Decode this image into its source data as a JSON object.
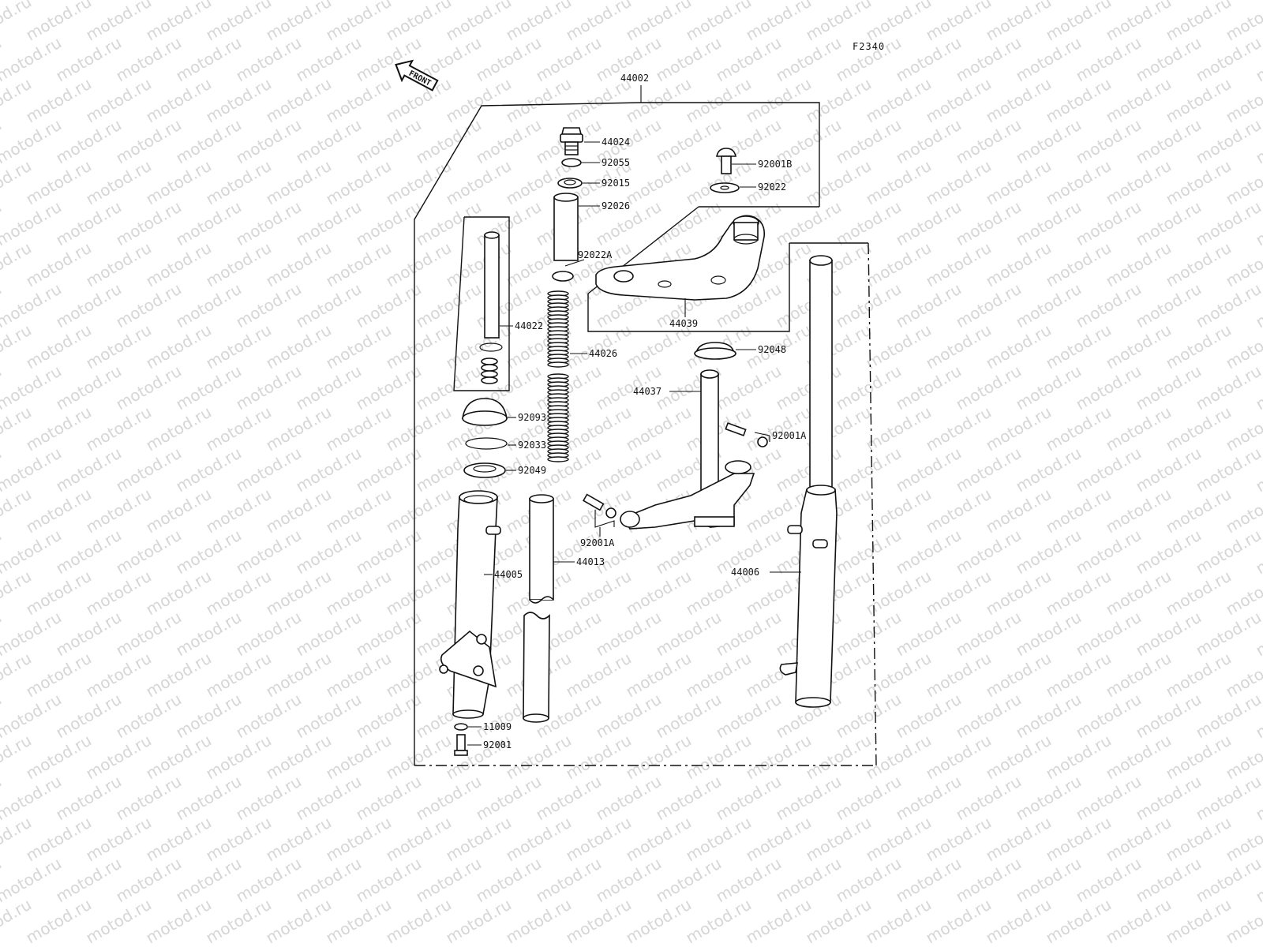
{
  "diagram_code": "F2340",
  "front_label": "FRONT",
  "watermark_text": "motod.ru",
  "parts": {
    "p44002": "44002",
    "p44024": "44024",
    "p92055": "92055",
    "p92015": "92015",
    "p92026": "92026",
    "p92022A": "92022A",
    "p44022": "44022",
    "p44026": "44026",
    "p92093": "92093",
    "p92033": "92033",
    "p92049": "92049",
    "p44005": "44005",
    "p44013": "44013",
    "p11009": "11009",
    "p92001": "92001",
    "p92001B": "92001B",
    "p92022": "92022",
    "p44039": "44039",
    "p92048": "92048",
    "p44037": "44037",
    "p92001A_right": "92001A",
    "p92001A_left": "92001A",
    "p44006": "44006"
  }
}
